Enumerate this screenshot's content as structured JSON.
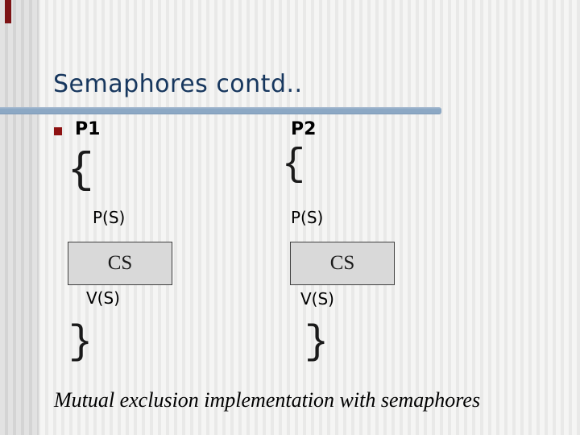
{
  "slide": {
    "title": "Semaphores contd..",
    "caption": "Mutual exclusion implementation with semaphores",
    "colors": {
      "title_text": "#17375e",
      "divider_blue": "#8ca8c4",
      "bullet_red": "#8e1212",
      "accent_red": "#7d1315",
      "cs_box_fill": "#d9d9d9",
      "cs_box_border": "#404040",
      "body_text": "#000000"
    },
    "columns": [
      {
        "header": "P1",
        "brace_open": "{",
        "p_operation": "P(S)",
        "critical_section": "CS",
        "v_operation": "V(S)",
        "brace_close": "}"
      },
      {
        "header": "P2",
        "brace_open": "{",
        "p_operation": "P(S)",
        "critical_section": "CS",
        "v_operation": "V(S)",
        "brace_close": "}"
      }
    ]
  }
}
